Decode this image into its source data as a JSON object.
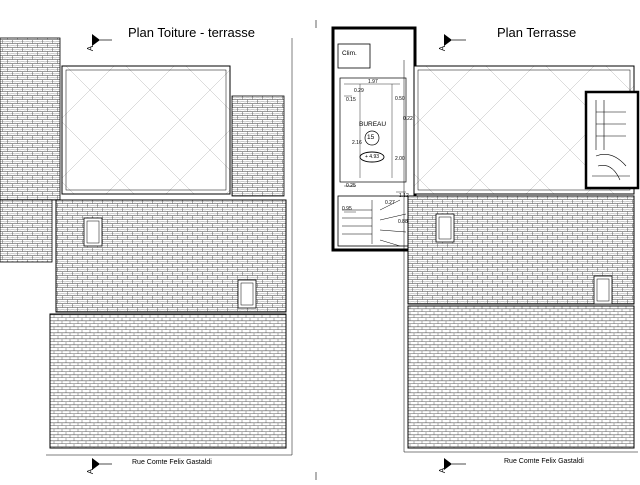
{
  "left_plan": {
    "title": "Plan Toiture - terrasse",
    "street": "Rue Comte Felix Gastaldi",
    "section_top": "A",
    "section_bottom": "A"
  },
  "right_plan": {
    "title": "Plan Terrasse",
    "street": "Rue Comte Felix Gastaldi",
    "section_top": "A",
    "section_bottom": "A"
  },
  "office": {
    "clim_label": "Clim.",
    "room_name": "BUREAU",
    "room_number": "15",
    "height_tag": "+ 4.93",
    "dims": [
      "1.97",
      "0.29",
      "0.15",
      "2.16",
      "0.50",
      "2.00",
      "0.22",
      "0.25",
      "1.12",
      "0.95",
      "0.88",
      "0.27"
    ]
  },
  "colors": {
    "line": "#000000",
    "tile_line": "#444444",
    "background": "#ffffff"
  }
}
